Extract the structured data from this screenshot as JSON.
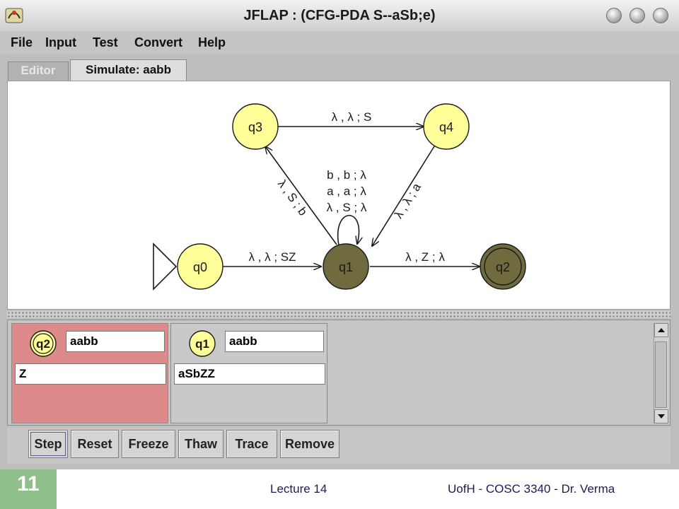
{
  "window": {
    "title": "JFLAP : (CFG-PDA S--aSb;e)"
  },
  "menu": [
    "File",
    "Input",
    "Test",
    "Convert",
    "Help"
  ],
  "tabs": [
    {
      "label": "Editor",
      "selected": false
    },
    {
      "label": "Simulate: aabb",
      "selected": true
    }
  ],
  "automaton": {
    "states": [
      {
        "id": "q0",
        "label": "q0",
        "initial": true,
        "final": false,
        "active": false
      },
      {
        "id": "q1",
        "label": "q1",
        "initial": false,
        "final": false,
        "active": true
      },
      {
        "id": "q2",
        "label": "q2",
        "initial": false,
        "final": true,
        "active": true
      },
      {
        "id": "q3",
        "label": "q3",
        "initial": false,
        "final": false,
        "active": false
      },
      {
        "id": "q4",
        "label": "q4",
        "initial": false,
        "final": false,
        "active": false
      }
    ],
    "transitions": [
      {
        "from": "q0",
        "to": "q1",
        "label": "λ , λ ; SZ"
      },
      {
        "from": "q1",
        "to": "q2",
        "label": "λ , Z ; λ"
      },
      {
        "from": "q3",
        "to": "q4",
        "label": "λ , λ ; S"
      },
      {
        "from": "q1",
        "to": "q3",
        "label": "λ , S ; b"
      },
      {
        "from": "q4",
        "to": "q1",
        "label": "λ , λ ; a"
      },
      {
        "from": "q1",
        "to": "q1",
        "labels": [
          "b , b ; λ",
          "a , a ; λ",
          "λ , S ; λ"
        ]
      }
    ],
    "colors": {
      "state_fill": "#ffff99",
      "active_fill": "#6f6b3f",
      "state_stroke": "#1a1a1a"
    }
  },
  "configurations": [
    {
      "state": "q2",
      "input": "aabb",
      "stack": "Z",
      "selected": true,
      "bg": "#dd8a8a"
    },
    {
      "state": "q1",
      "input": "aabb",
      "stack": "aSbZZ",
      "selected": false,
      "bg": "#c9c9c9"
    }
  ],
  "buttons": {
    "step": "Step",
    "reset": "Reset",
    "freeze": "Freeze",
    "thaw": "Thaw",
    "trace": "Trace",
    "remove": "Remove"
  },
  "footer": {
    "slide_number": "11",
    "lecture": "Lecture 14",
    "course": "UofH - COSC 3340 - Dr. Verma"
  }
}
